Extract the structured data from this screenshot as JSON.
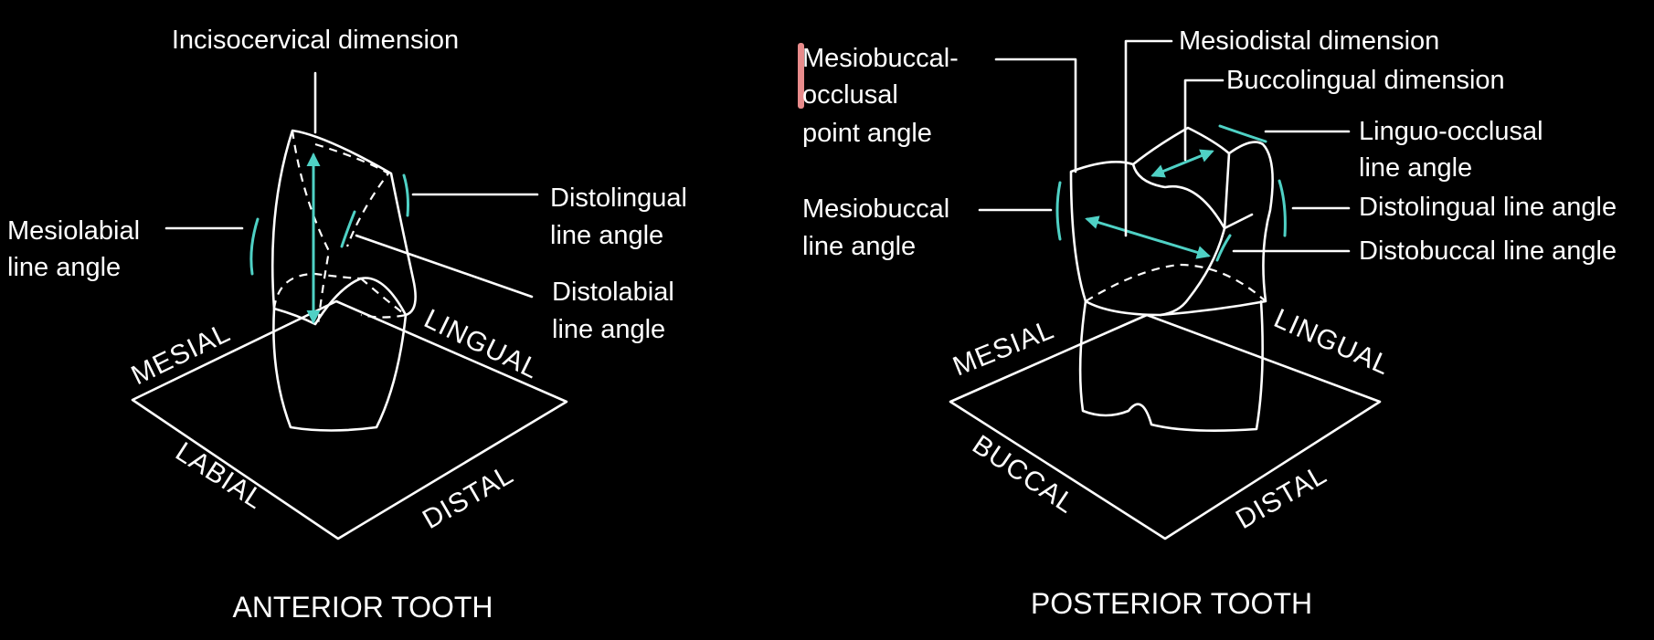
{
  "anterior": {
    "caption": "ANTERIOR TOOTH",
    "labels": {
      "incisocervical": "Incisocervical dimension",
      "mesiolabial_1": "Mesiolabial",
      "mesiolabial_2": "line angle",
      "distolingual_1": "Distolingual",
      "distolingual_2": "line angle",
      "distolabial_1": "Distolabial",
      "distolabial_2": "line angle"
    },
    "faces": {
      "mesial": "MESIAL",
      "lingual": "LINGUAL",
      "labial": "LABIAL",
      "distal": "DISTAL"
    }
  },
  "posterior": {
    "caption": "POSTERIOR TOOTH",
    "labels": {
      "mesiobuccal_occlusal_1": "Mesiobuccal-",
      "mesiobuccal_occlusal_2": "occlusal",
      "mesiobuccal_occlusal_3": "point angle",
      "mesiodistal": "Mesiodistal dimension",
      "buccolingual": "Buccolingual dimension",
      "linguo_occlusal_1": "Linguo-occlusal",
      "linguo_occlusal_2": "line angle",
      "mesiobuccal_1": "Mesiobuccal",
      "mesiobuccal_2": "line angle",
      "distolingual": "Distolingual line angle",
      "distobuccal": "Distobuccal line angle"
    },
    "faces": {
      "mesial": "MESIAL",
      "lingual": "LINGUAL",
      "buccal": "BUCCAL",
      "distal": "DISTAL"
    }
  },
  "colors": {
    "background": "#000000",
    "line": "#ffffff",
    "accent": "#4fd1c5",
    "marker": "#e88b8b"
  }
}
